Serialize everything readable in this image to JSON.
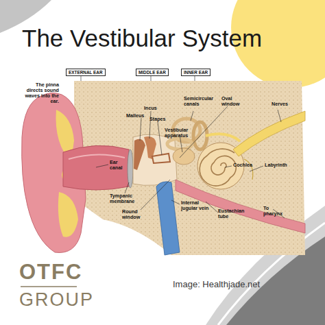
{
  "diagram": {
    "title": "The Vestibular System",
    "nodes": [
      {
        "text": [
          "EXTERNAL EAR"
        ]
      },
      {
        "text": [
          "MIDDLE EAR"
        ]
      },
      {
        "text": [
          "INNER EAR"
        ]
      }
    ],
    "labels": [
      "The pinna directs sound waves into the ear.",
      "Incus",
      "Malleus",
      "Stapes",
      "Semicircular canals",
      "Oval window",
      "Nerves",
      "Vestibular apparatus",
      "Ear canal",
      "Cochlea",
      "Labyrinth",
      "Tympanic membrane",
      "Round window",
      "Internal jugular vein",
      "Eustachian tube",
      "To pharynx",
      "OTFC",
      "GROUP",
      "Image: Healthjade.net"
    ]
  }
}
